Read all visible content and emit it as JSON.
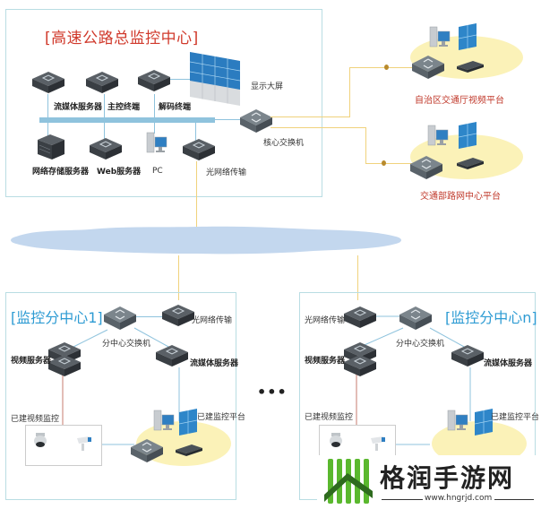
{
  "headquarters": {
    "title": "[高速公路总监控中心]",
    "devices": {
      "streaming_server": "流媒体服务器",
      "master_terminal": "主控终端",
      "decoding_terminal": "解码终端",
      "display_wall": "显示大屏",
      "storage_server": "网络存储服务器",
      "web_server": "Web服务器",
      "pc": "PC",
      "optical_transmission": "光网络传输",
      "core_switch": "核心交换机"
    }
  },
  "platforms": [
    {
      "label": "自治区交通厅视频平台"
    },
    {
      "label": "交通部路网中心平台"
    }
  ],
  "subcenter_1": {
    "title": "[监控分中心1]",
    "devices": {
      "optical_transmission": "光网络传输",
      "sub_switch": "分中心交换机",
      "video_server": "视频服务器",
      "streaming_server": "流媒体服务器",
      "existing_video": "已建视频监控",
      "existing_platform": "已建监控平台"
    }
  },
  "subcenter_n": {
    "title": "[监控分中心n]",
    "devices": {
      "optical_transmission": "光网络传输",
      "sub_switch": "分中心交换机",
      "video_server": "视频服务器",
      "streaming_server": "流媒体服务器",
      "existing_video": "已建视频监控",
      "existing_platform": "已建监控平台"
    }
  },
  "ellipsis": "•••",
  "watermark": {
    "name": "格润手游网",
    "url": "www.hngrjd.com"
  },
  "colors": {
    "title_red": "#d0392b",
    "title_blue": "#2d9bd3",
    "network_cloud": "#c3d7ee",
    "link_blue": "#8fc3dd",
    "link_yellow": "#f0d27c",
    "link_red": "#c77b6f",
    "platform_ellipse": "#fbf2b8",
    "logo_green": "#4caf25"
  }
}
